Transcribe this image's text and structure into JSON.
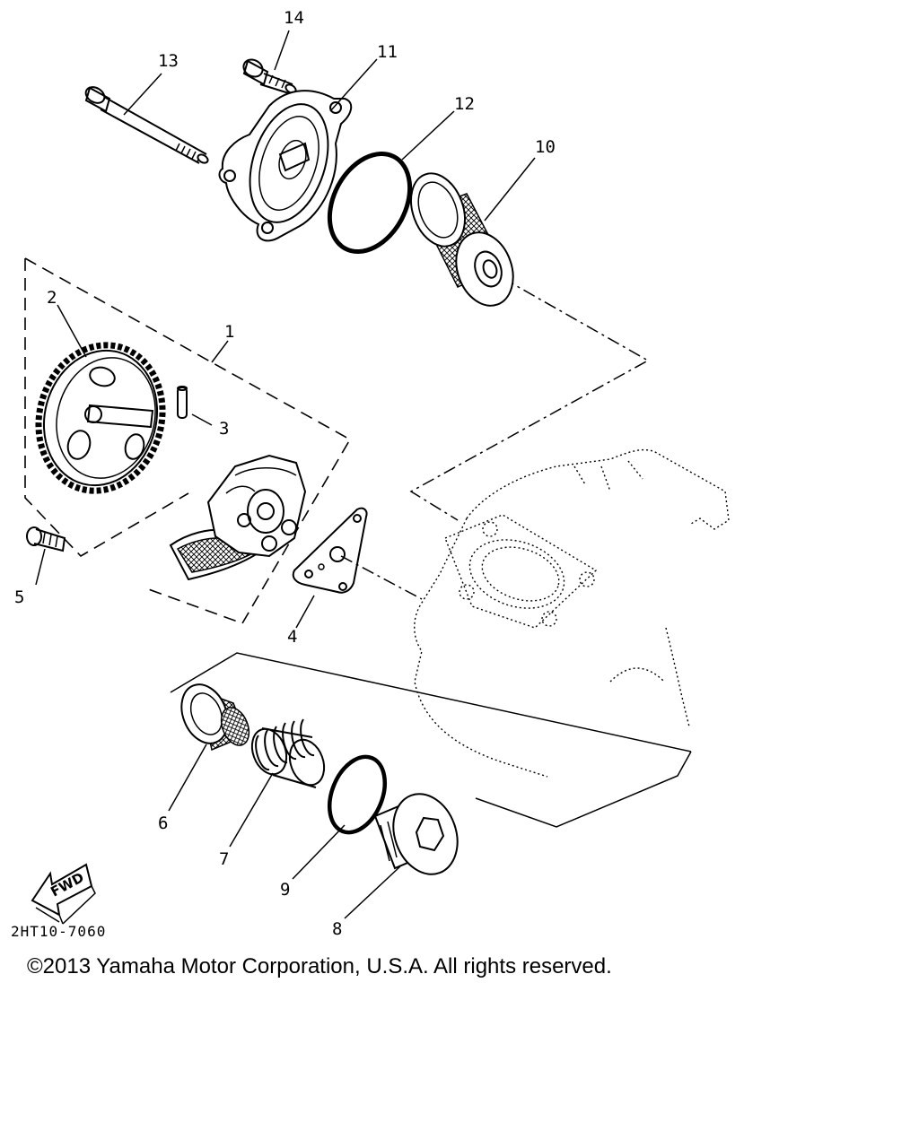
{
  "diagram": {
    "callouts": [
      "1",
      "2",
      "3",
      "4",
      "5",
      "6",
      "7",
      "8",
      "9",
      "10",
      "11",
      "12",
      "13",
      "14"
    ],
    "fwd_label": "FWD",
    "diagram_code": "2HT10-7060"
  },
  "footer": {
    "copyright": "©2013 Yamaha Motor Corporation, U.S.A. All rights reserved."
  }
}
